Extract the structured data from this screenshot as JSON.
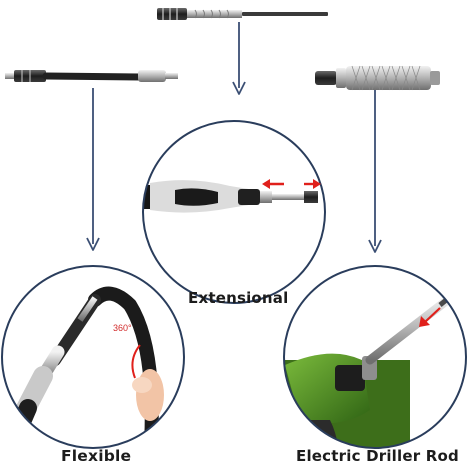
{
  "captions": {
    "extensional": "Extensional",
    "flexible": "Flexible",
    "driller": "Electric Driller Rod"
  },
  "annotations": {
    "rotation": "360°"
  },
  "colors": {
    "circle_stroke": "#2a3d5c",
    "arrow": "#3b4f74",
    "red_arrow": "#e0201b",
    "drill_green": "#4f8a22"
  },
  "icons": [
    "extension-bar-icon",
    "flexible-shaft-icon",
    "bit-holder-icon",
    "arrow-down-icon"
  ]
}
